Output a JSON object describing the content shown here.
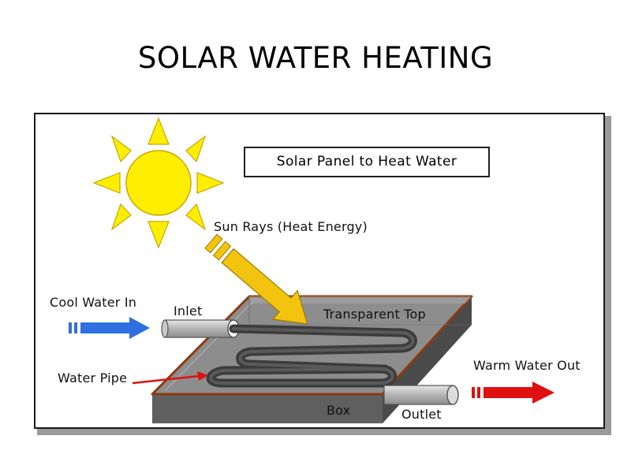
{
  "title": "SOLAR WATER HEATING",
  "diagram": {
    "caption": "Solar Panel to Heat Water",
    "labels": {
      "sun_rays": "Sun Rays (Heat Energy)",
      "cool_water_in": "Cool Water In",
      "inlet": "Inlet",
      "transparent_top": "Transparent Top",
      "warm_water_out": "Warm Water Out",
      "water_pipe": "Water Pipe",
      "box": "Box",
      "outlet": "Outlet"
    }
  },
  "colors": {
    "sun": "#ffee00",
    "sun_outline": "#c8a800",
    "ray_arrow": "#f2c40f",
    "cool_water": "#2f6fe0",
    "warm_water": "#e01010",
    "panel_top": "#8a8a8a",
    "panel_side": "#5e5e5e",
    "panel_border": "#8b3a12",
    "pipe": "#404040"
  },
  "icons": [
    "sun-icon",
    "sun-ray-arrow-icon",
    "cool-water-arrow-icon",
    "warm-water-arrow-icon"
  ]
}
